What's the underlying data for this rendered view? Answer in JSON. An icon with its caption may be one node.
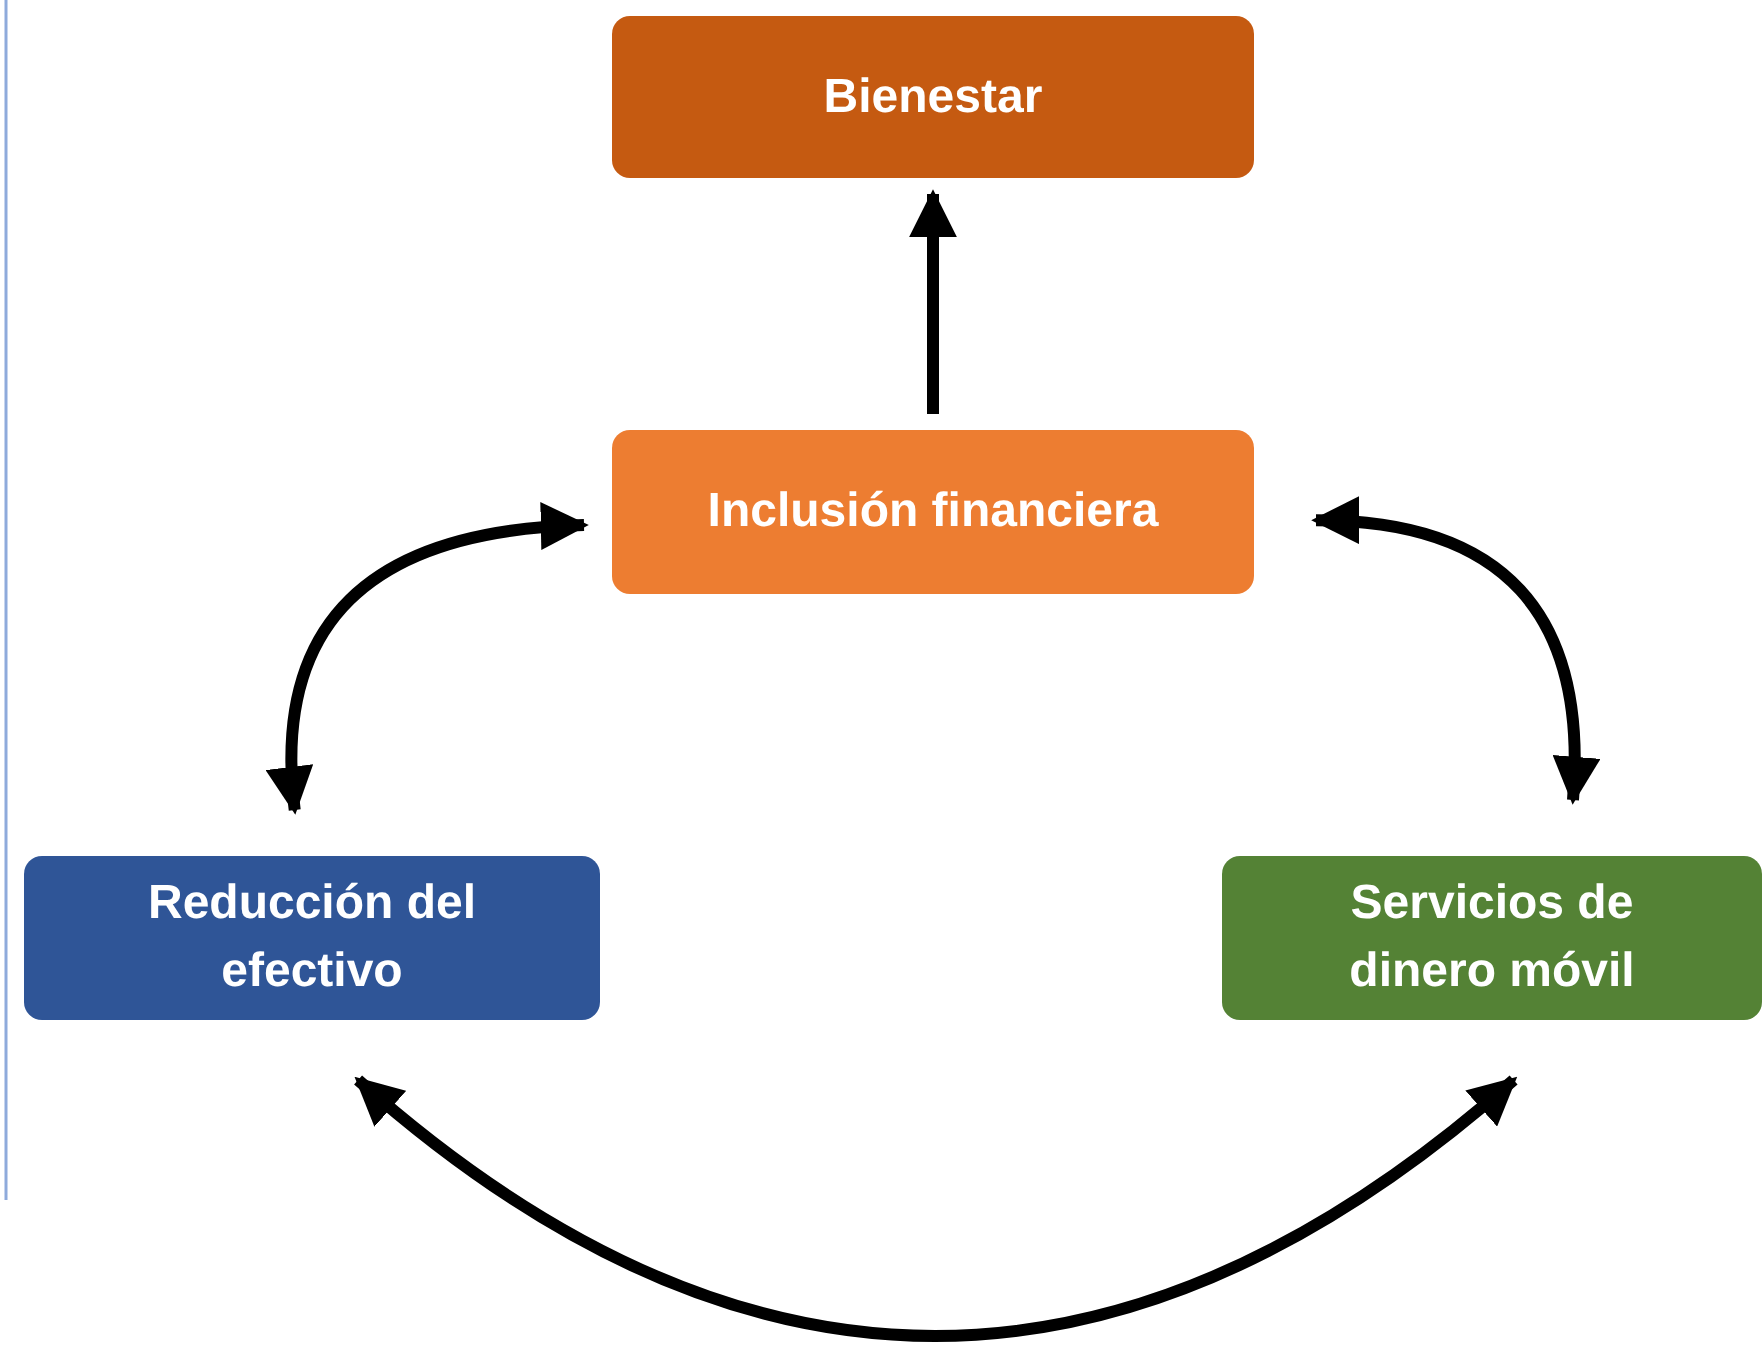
{
  "diagram": {
    "nodes": [
      {
        "text": [
          "Bienestar"
        ]
      },
      {
        "text": [
          "Inclusión financiera"
        ]
      },
      {
        "text": [
          "Reducción del efectivo"
        ]
      },
      {
        "text": [
          "Servicios de dinero móvil"
        ]
      }
    ],
    "edges": [
      {
        "from": 1,
        "to": 0,
        "arrow": "to"
      },
      {
        "from": 1,
        "to": 2,
        "arrow": "both"
      },
      {
        "from": 1,
        "to": 3,
        "arrow": "both"
      },
      {
        "from": 2,
        "to": 3,
        "arrow": "both"
      }
    ]
  }
}
